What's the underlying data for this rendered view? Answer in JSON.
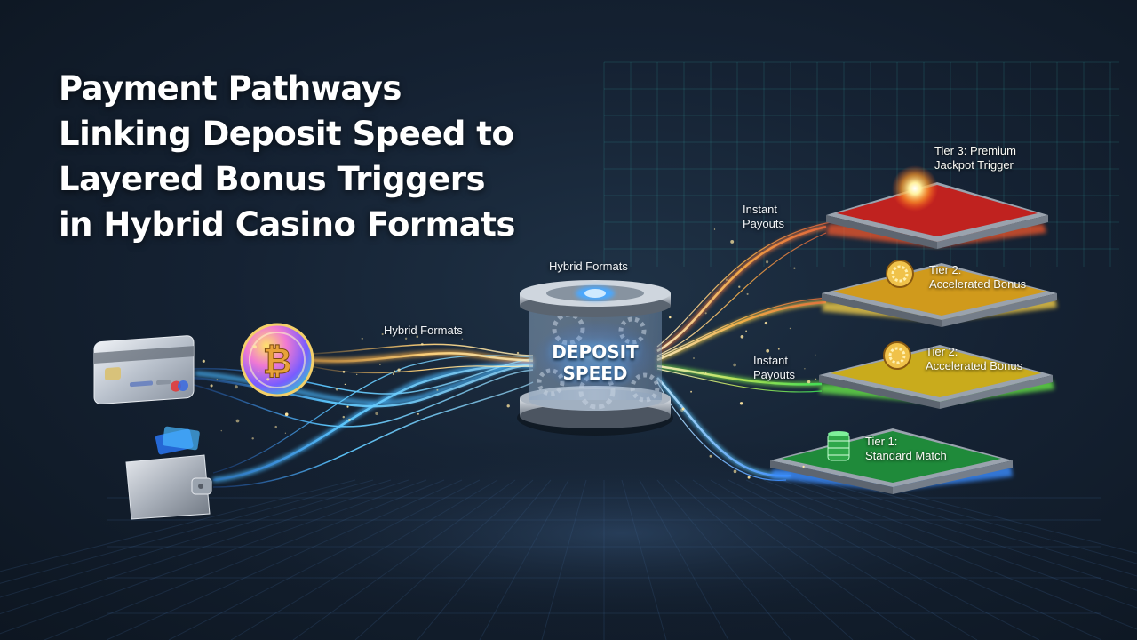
{
  "title": {
    "lines": [
      "Payment Pathways",
      "Linking Deposit Speed to",
      "Layered Bonus Triggers",
      "in Hybrid Casino Formats"
    ]
  },
  "hub": {
    "lines": [
      "DEPOSIT",
      "SPEED"
    ]
  },
  "labels": {
    "hybrid_formats_left": "Hybrid Formats",
    "hybrid_formats_top": "Hybrid Formats",
    "instant_payouts_top": [
      "Instant",
      "Payouts"
    ],
    "instant_payouts_mid": [
      "Instant",
      "Payouts"
    ]
  },
  "tiers": [
    {
      "lines": [
        "Tier 3: Premium",
        "Jackpot Trigger"
      ],
      "color": "#c0221f",
      "glow": "#ff5a2a"
    },
    {
      "lines": [
        "Tier 2:",
        "Accelerated Bonus"
      ],
      "color": "#d09a1c",
      "glow": "#ffd84a"
    },
    {
      "lines": [
        "Tier 2:",
        "Accelerated Bonus"
      ],
      "color": "#c9ab1c",
      "glow": "#7cf04a"
    },
    {
      "lines": [
        "Tier 1:",
        "Standard Match"
      ],
      "color": "#1f8a3a",
      "glow": "#3a8cff"
    }
  ],
  "sources": {
    "card_icon": "credit-card-icon",
    "crypto_icon": "bitcoin-coin-icon",
    "wallet_icon": "e-wallet-icon"
  },
  "colors": {
    "stream_blue": "#45b8ff",
    "stream_orange": "#ffb347",
    "stream_gold": "#ffd27a",
    "hub_glow": "#4aa8ff"
  }
}
